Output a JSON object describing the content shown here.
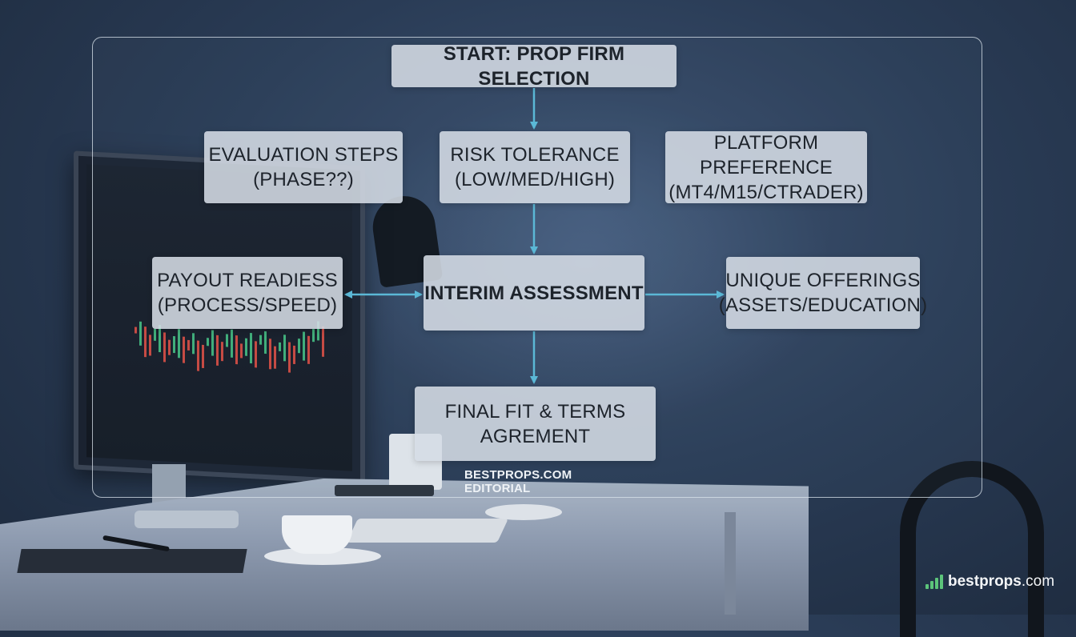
{
  "diagram": {
    "start": "START: PROP FIRM SELECTION",
    "evaluation": {
      "line1": "EVALUATION STEPS",
      "line2": "(PHASE??)"
    },
    "risk": {
      "line1": "RISK TOLERANCE",
      "line2": "(LOW/MED/HIGH)"
    },
    "platform": {
      "line1": "PLATFORM PREFERENCE",
      "line2": "(MT4/M15/CTRADER)"
    },
    "payout": {
      "line1": "PAYOUT READIESS",
      "line2": "(PROCESS/SPEED)"
    },
    "interim": "INTERIM ASSESSMENT",
    "unique": {
      "line1": "UNIQUE OFFERINGS",
      "line2": "(ASSETS/EDUCATION)"
    },
    "final": {
      "line1": "FINAL FIT & TERMS",
      "line2": "AGREMENT"
    },
    "credit": "BESTPROPS.COM EDITORIAL"
  },
  "brand": {
    "name_bold": "bestprops",
    "name_suffix": ".com"
  },
  "colors": {
    "arrow": "#5bb8d6",
    "node_bg": "#d5dce5",
    "brand_green": "#5cc47a"
  }
}
